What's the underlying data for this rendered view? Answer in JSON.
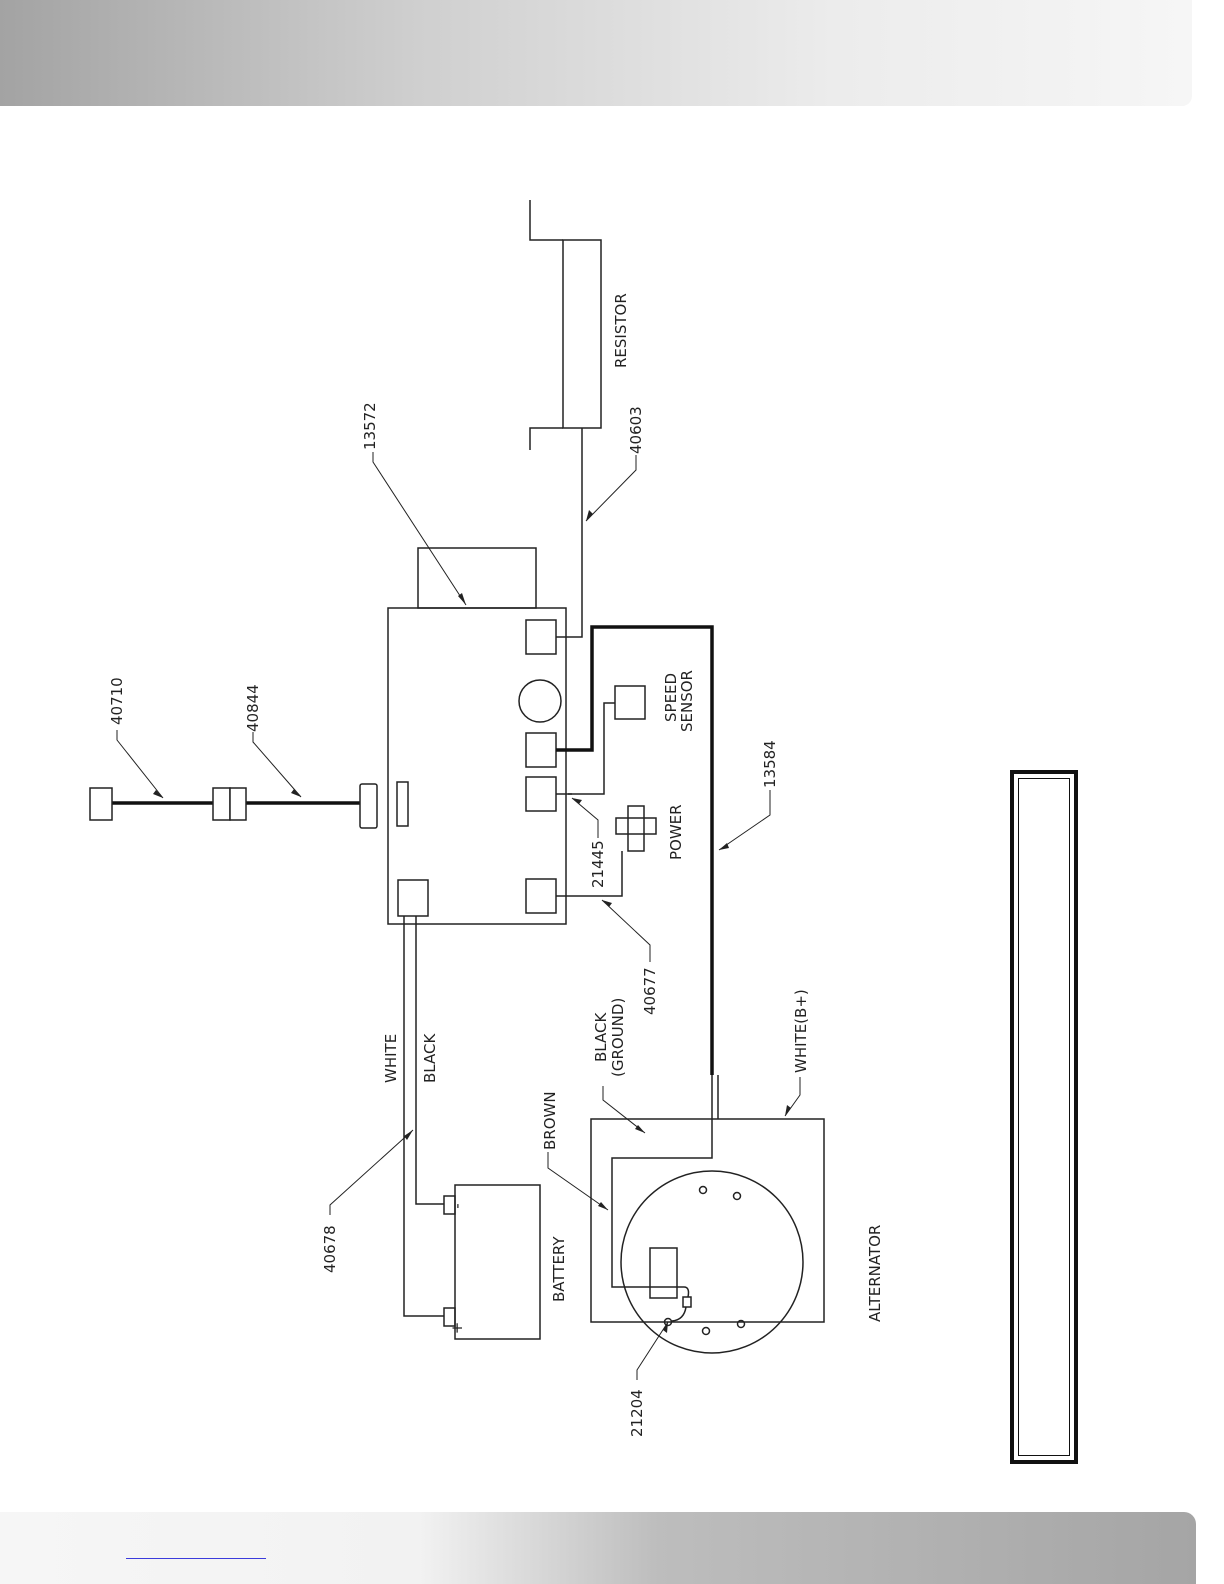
{
  "labels": {
    "resistor": "RESISTOR",
    "speed_sensor_line1": "SPEED",
    "speed_sensor_line2": "SENSOR",
    "power": "POWER",
    "white": "WHITE",
    "black": "BLACK",
    "black_ground_line1": "BLACK",
    "black_ground_line2": "(GROUND)",
    "brown": "BROWN",
    "white_b_plus": "WHITE(B+)",
    "battery": "BATTERY",
    "alternator": "ALTERNATOR",
    "battery_plus": "+",
    "battery_minus": "-"
  },
  "part_numbers": {
    "controller": "13572",
    "resistor_cable": "40603",
    "cable_40710": "40710",
    "cable_40844": "40844",
    "speed_cable": "21445",
    "power_cable": "40677",
    "alternator_cable": "13584",
    "battery_cable": "40678",
    "alternator_lead": "21204"
  },
  "colors": {
    "line": "#222222",
    "heavy_wire": "#111111"
  }
}
